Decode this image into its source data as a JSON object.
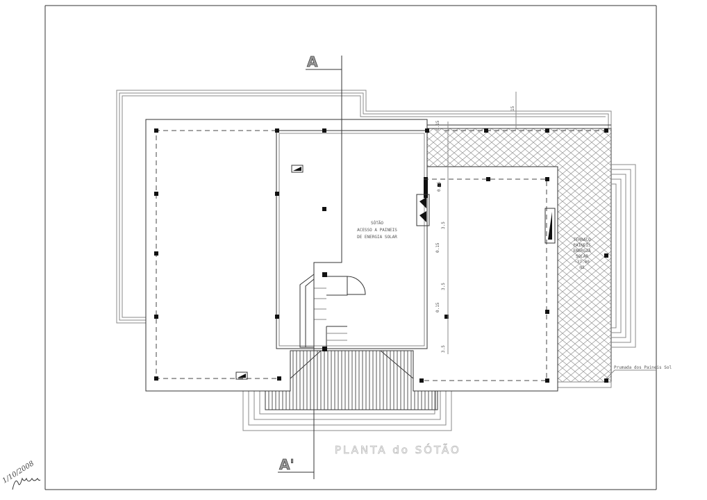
{
  "drawing": {
    "title": "PLANTA do SÓTÃO",
    "section_top": "A",
    "section_bottom": "A'",
    "room_label": [
      "SÓTÃO",
      "ACESSO A PAINEIS",
      "DE ENERGIA SOLAR"
    ],
    "terrace_label": [
      "TERRAÇO",
      "PAINEIS",
      "ENERGIA",
      "SOLAR",
      "~37.00",
      "m2"
    ],
    "callout": "Prumada dos Paineis Sol",
    "dimensions": [
      "0.15",
      "0.15",
      "3.5",
      "0.15",
      "3.5",
      "0.15",
      "3.5",
      "15"
    ],
    "signature_date": "1/10/2008",
    "signature": "signature"
  }
}
